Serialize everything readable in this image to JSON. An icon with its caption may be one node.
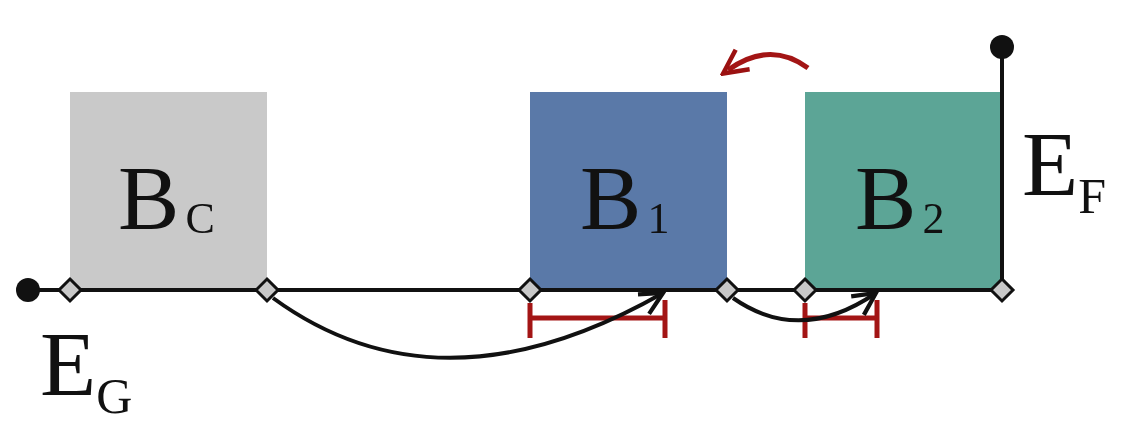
{
  "diagram": {
    "nodes": [
      {
        "text": [
          "B$_{C}$"
        ]
      },
      {
        "text": [
          "B$_{1}$"
        ]
      },
      {
        "text": [
          "B$_{2}$"
        ]
      },
      {
        "text": [],
        "shape": "diamond"
      },
      {
        "text": [],
        "shape": "diamond"
      },
      {
        "text": [],
        "shape": "diamond"
      },
      {
        "text": [],
        "shape": "diamond"
      },
      {
        "text": [],
        "shape": "diamond"
      },
      {
        "text": [],
        "shape": "diamond"
      },
      {
        "text": [],
        "shape": "circle"
      },
      {
        "text": [],
        "shape": "circle"
      }
    ],
    "edges": [
      {
        "from": 4,
        "to": 1,
        "arrow": "to"
      },
      {
        "from": 6,
        "to": 2,
        "arrow": "to"
      },
      {
        "from": 9,
        "to": 3,
        "arrow": "none"
      },
      {
        "from": 3,
        "to": 4,
        "arrow": "none"
      },
      {
        "from": 4,
        "to": 5,
        "arrow": "none"
      },
      {
        "from": 5,
        "to": 6,
        "arrow": "none"
      },
      {
        "from": 6,
        "to": 7,
        "arrow": "none"
      },
      {
        "from": 7,
        "to": 8,
        "arrow": "none"
      },
      {
        "from": 8,
        "to": 10,
        "arrow": "none"
      }
    ],
    "labels": [
      "E$_{G}$",
      "E$_{F}$"
    ]
  }
}
